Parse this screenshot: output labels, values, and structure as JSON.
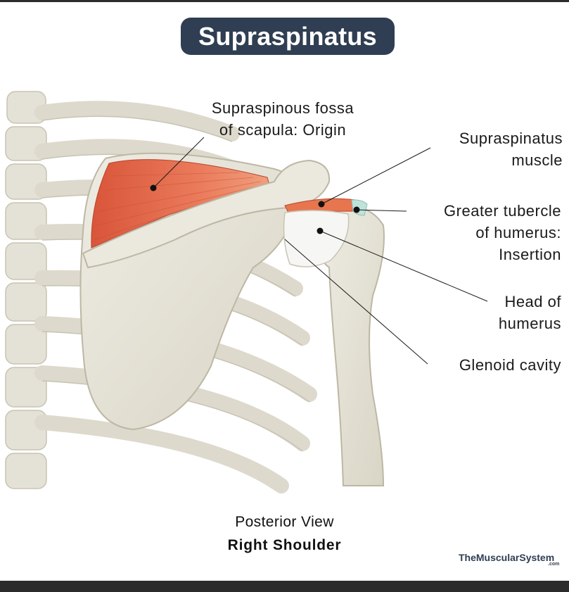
{
  "title": "Supraspinatus",
  "labels": {
    "fossa_line1": "Supraspinous fossa",
    "fossa_line2": "of scapula: Origin",
    "muscle_line1": "Supraspinatus",
    "muscle_line2": "muscle",
    "tubercle_line1": "Greater tubercle",
    "tubercle_line2": "of humerus:",
    "tubercle_line3": "Insertion",
    "head_line1": "Head of",
    "head_line2": "humerus",
    "glenoid": "Glenoid cavity"
  },
  "captions": {
    "view": "Posterior View",
    "side": "Right Shoulder"
  },
  "brand": {
    "name": "TheMuscularSystem",
    "suffix": ".com"
  },
  "colors": {
    "title_bg": "#2f3e52",
    "bone": "#e6e3d8",
    "bone_shadow": "#cdc8b8",
    "muscle": "#e06a4a",
    "tendon": "#bfe3da",
    "head": "#f4f4f2"
  }
}
